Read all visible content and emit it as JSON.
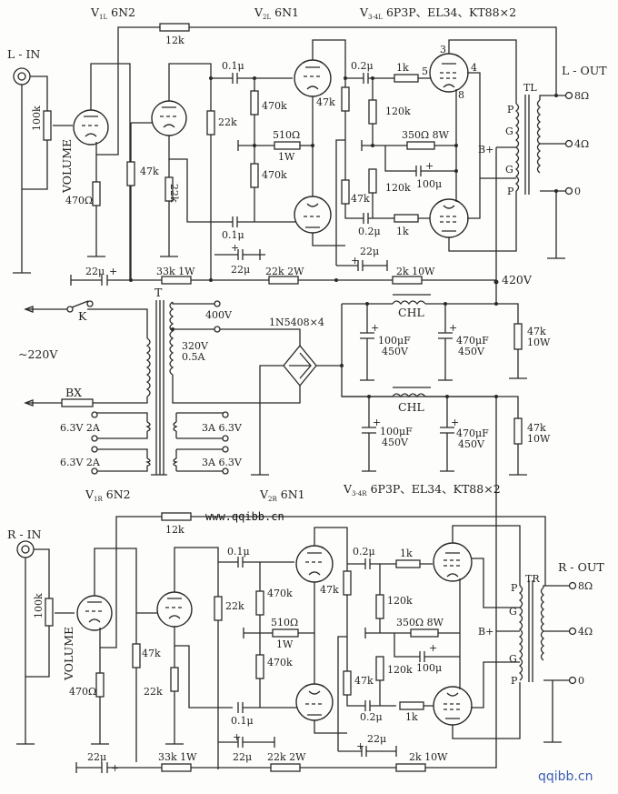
{
  "title": "6N2 / 6N1 / 6P3P push-pull stereo tube amplifier schematic",
  "left_channel": {
    "input_label": "L - IN",
    "output_label": "L - OUT",
    "v1_label": "V",
    "v1_sub": "1L",
    "v1_type": "6N2",
    "v2_label": "V",
    "v2_sub": "2L",
    "v2_type": "6N1",
    "v34_label": "V",
    "v34_sub": "3-4L",
    "v34_type": "6P3P、EL34、KT88×2",
    "transformer_label": "TL",
    "volume_label": "VOLUME",
    "pot_value": "100k",
    "feedback_resistor": "12k",
    "cathode_resistor": "470Ω",
    "grid_resistor_47k": "47k",
    "plate_22k": "22k",
    "cathode_22k": "22k",
    "coupling_cap_top": "0.1μ",
    "coupling_cap_bottom": "0.1μ",
    "pi_grid_top": "470k",
    "pi_grid_bottom": "470k",
    "pi_tail_res": "510Ω",
    "pi_tail_watt": "1W",
    "pi_load_top": "47k",
    "pi_load_bottom": "47k",
    "out_cap_top": "0.2μ",
    "out_cap_bottom": "0.2μ",
    "grid_stop_top": "1k",
    "grid_stop_bottom": "1k",
    "bias_top": "120k",
    "bias_bottom": "120k",
    "cathode_res_power": "350Ω 8W",
    "cathode_bypass": "100μ",
    "decoupling_1": "22μ",
    "decoupling_2": "22μ",
    "decoupling_3": "22μ",
    "supply_res_1": "33k 1W",
    "supply_res_2": "22k 2W",
    "supply_res_3": "2k 10W",
    "pin_3": "3",
    "pin_4": "4",
    "pin_5": "5",
    "pin_8": "8",
    "tap_p": "P",
    "tap_g": "G",
    "tap_b": "B+",
    "out_8": "8Ω",
    "out_4": "4Ω",
    "out_0": "0",
    "b_plus_voltage": "420V"
  },
  "right_channel": {
    "input_label": "R - IN",
    "output_label": "R - OUT",
    "v1_label": "V",
    "v1_sub": "1R",
    "v1_type": "6N2",
    "v2_label": "V",
    "v2_sub": "2R",
    "v2_type": "6N1",
    "v34_label": "V",
    "v34_sub": "3-4R",
    "v34_type": "6P3P、EL34、KT88×2",
    "transformer_label": "TR",
    "volume_label": "VOLUME",
    "pot_value": "100k",
    "feedback_resistor": "12k",
    "cathode_resistor": "470Ω",
    "grid_resistor_47k": "47k",
    "plate_22k": "22k",
    "cathode_22k": "22k",
    "coupling_cap_top": "0.1μ",
    "coupling_cap_bottom": "0.1μ",
    "pi_grid_top": "470k",
    "pi_grid_bottom": "470k",
    "pi_tail_res": "510Ω",
    "pi_tail_watt": "1W",
    "pi_load_top": "47k",
    "pi_load_bottom": "47k",
    "out_cap_top": "0.2μ",
    "out_cap_bottom": "0.2μ",
    "grid_stop_top": "1k",
    "grid_stop_bottom": "1k",
    "bias_top": "120k",
    "bias_bottom": "120k",
    "cathode_res_power": "350Ω 8W",
    "cathode_bypass": "100μ",
    "decoupling_1": "22μ",
    "decoupling_2": "22μ",
    "decoupling_3": "22μ",
    "supply_res_1": "33k 1W",
    "supply_res_2": "22k 2W",
    "supply_res_3": "2k 10W",
    "tap_p": "P",
    "tap_g": "G",
    "tap_b": "B+",
    "out_8": "8Ω",
    "out_4": "4Ω",
    "out_0": "0"
  },
  "power_supply": {
    "switch_label": "K",
    "mains_label": "~220V",
    "fuse_label": "BX",
    "transformer_label": "T",
    "hv_tap_400": "400V",
    "hv_tap_320": "320V",
    "hv_current": "0.5A",
    "heater_l1": "6.3V 2A",
    "heater_l2": "6.3V 2A",
    "heater_r1": "3A 6.3V",
    "heater_r2": "3A 6.3V",
    "rectifier_label": "1N5408×4",
    "choke_top": "CHL",
    "choke_bottom": "CHL",
    "cap_in_top": "100μF",
    "cap_in_top_v": "450V",
    "cap_out_top": "470μF",
    "cap_out_top_v": "450V",
    "cap_in_bottom": "100μF",
    "cap_in_bottom_v": "450V",
    "cap_out_bottom": "470μF",
    "cap_out_bottom_v": "450V",
    "bleeder_top": "47k",
    "bleeder_top_w": "10W",
    "bleeder_bottom": "47k",
    "bleeder_bottom_w": "10W"
  },
  "watermarks": {
    "center": "www.qqibb.cn",
    "corner": "qqibb.cn"
  }
}
